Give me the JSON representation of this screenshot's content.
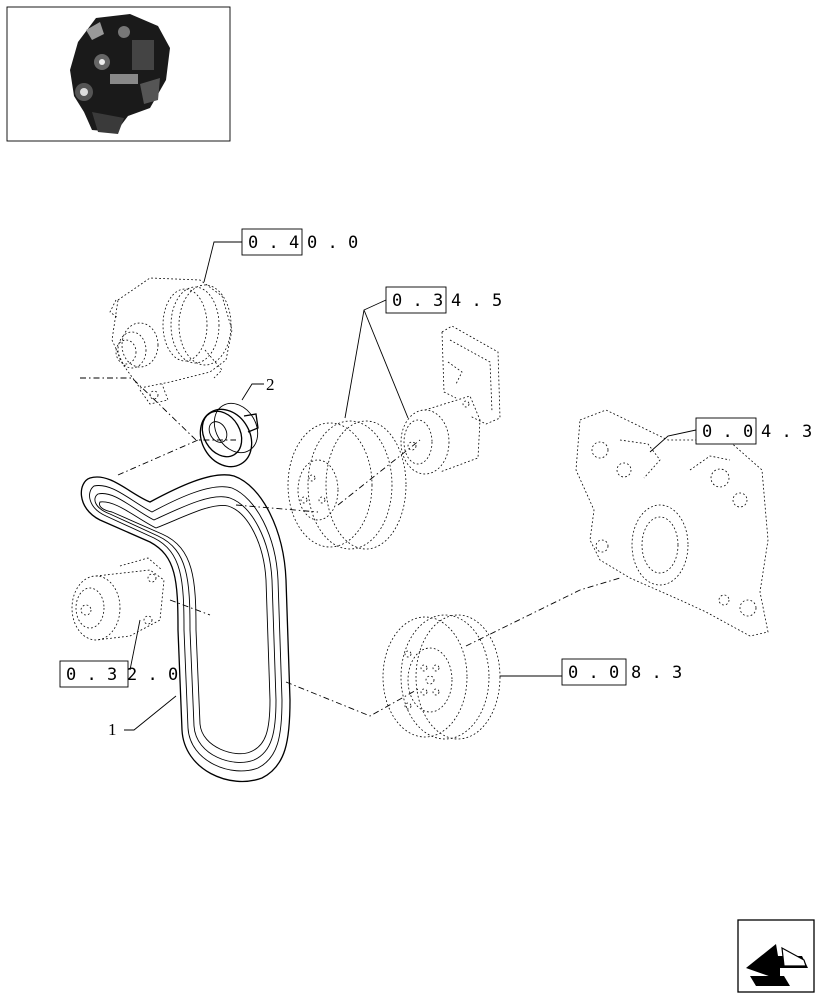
{
  "thumbnail": {
    "icon": "engine-thumbnail-icon"
  },
  "callouts": {
    "alternator": {
      "prefix": "0 . 4",
      "suffix": "0 . 0"
    },
    "water_pump": {
      "prefix": "0 . 3",
      "suffix": "4 . 5"
    },
    "timing_cover": {
      "prefix": "0 . 0",
      "suffix": "4 . 3"
    },
    "fan_support": {
      "prefix": "0 . 3",
      "suffix": "2 . 0"
    },
    "crankshaft_pulley": {
      "prefix": "0 . 0",
      "suffix": "8 . 3"
    }
  },
  "items": {
    "belt": "1",
    "tensioner_pulley": "2"
  },
  "navigation": {
    "icon": "next-page-arrow-icon"
  }
}
